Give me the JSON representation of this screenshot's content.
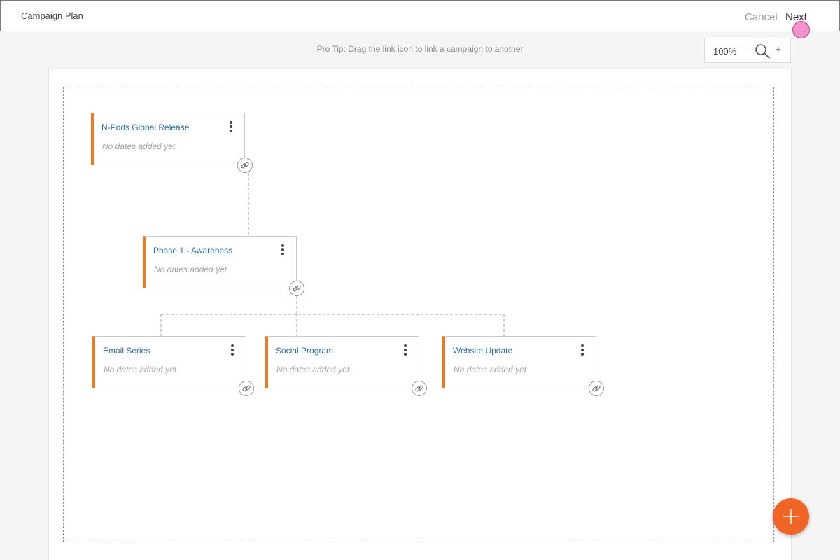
{
  "header": {
    "title": "Campaign Plan",
    "cancel_label": "Cancel",
    "next_label": "Next"
  },
  "pro_tip": "Pro Tip: Drag the link icon to link a campaign to another",
  "zoom": {
    "level": "100%",
    "zoom_out_label": "-",
    "zoom_in_label": "+",
    "search_icon": "search-icon"
  },
  "campaigns": [
    {
      "title": "N-Pods Global Release",
      "dates": "No dates added yet"
    },
    {
      "title": "Phase 1 -  Awareness",
      "dates": "No dates added yet"
    },
    {
      "title": "Email Series",
      "dates": "No dates added yet"
    },
    {
      "title": "Social Program",
      "dates": "No dates added yet"
    },
    {
      "title": "Website Update",
      "dates": "No dates added yet"
    }
  ],
  "colors": {
    "accent": "#f1791b",
    "fab": "#f06426",
    "link_text": "#2a70a3"
  },
  "icons": {
    "card_menu": "more-vertical-icon",
    "link_handle": "link-icon",
    "fab": "plus-icon"
  }
}
